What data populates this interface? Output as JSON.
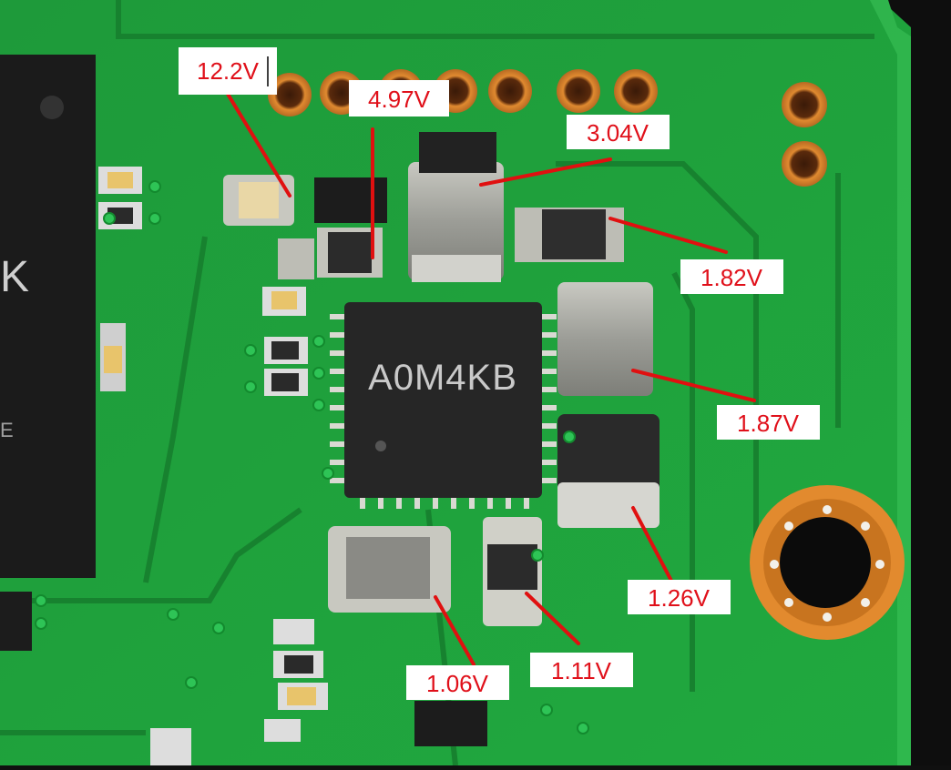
{
  "chip": {
    "marking": "A0M4KB"
  },
  "voltage_labels": [
    {
      "id": "12v2",
      "text": "12.2V"
    },
    {
      "id": "4v97",
      "text": "4.97V"
    },
    {
      "id": "3v04",
      "text": "3.04V"
    },
    {
      "id": "1v82",
      "text": "1.82V"
    },
    {
      "id": "1v87",
      "text": "1.87V"
    },
    {
      "id": "1v26",
      "text": "1.26V"
    },
    {
      "id": "1v06",
      "text": "1.06V"
    },
    {
      "id": "1v11",
      "text": "1.11V"
    }
  ],
  "colors": {
    "pcb_green": "#1fa03c",
    "silkscreen_line": "#17822f",
    "copper_pad": "#d9822b",
    "label_text": "#e0101a",
    "annotation_line": "#e01010"
  }
}
